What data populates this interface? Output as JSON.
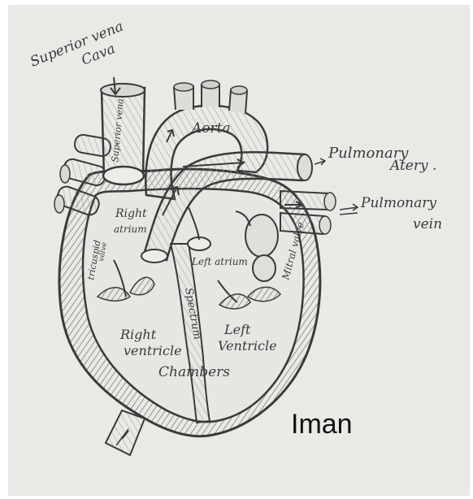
{
  "labels": {
    "superior_vena_cava_line1": "Superior vena",
    "superior_vena_cava_line2": "Cava",
    "superior_vena_on_vessel": "Superior vena",
    "aorta": "Aorta",
    "pulmonary_artery_line1": "Pulmonary",
    "pulmonary_artery_line2": "Atery .",
    "pulmonary_vein_line1": "Pulmonary",
    "pulmonary_vein_line2": "vein",
    "right_atrium_line1": "Right",
    "right_atrium_line2": "atrium",
    "tricuspid_valve_line1": "tricuspid",
    "tricuspid_valve_line2": "valve",
    "left_atrium": "Left atrium",
    "mitral_valve": "Mitral valve",
    "septum": "Spectrum",
    "right_ventricle_line1": "Right",
    "right_ventricle_line2": "ventricle",
    "left_ventricle_line1": "Left",
    "left_ventricle_line2": "Ventricle",
    "chambers": "Chambers"
  },
  "signature": "Iman",
  "colors": {
    "paper": "#e9e9e6",
    "pencil": "#3a3a3a",
    "shade": "#8a8a86",
    "signature": "#111111"
  }
}
